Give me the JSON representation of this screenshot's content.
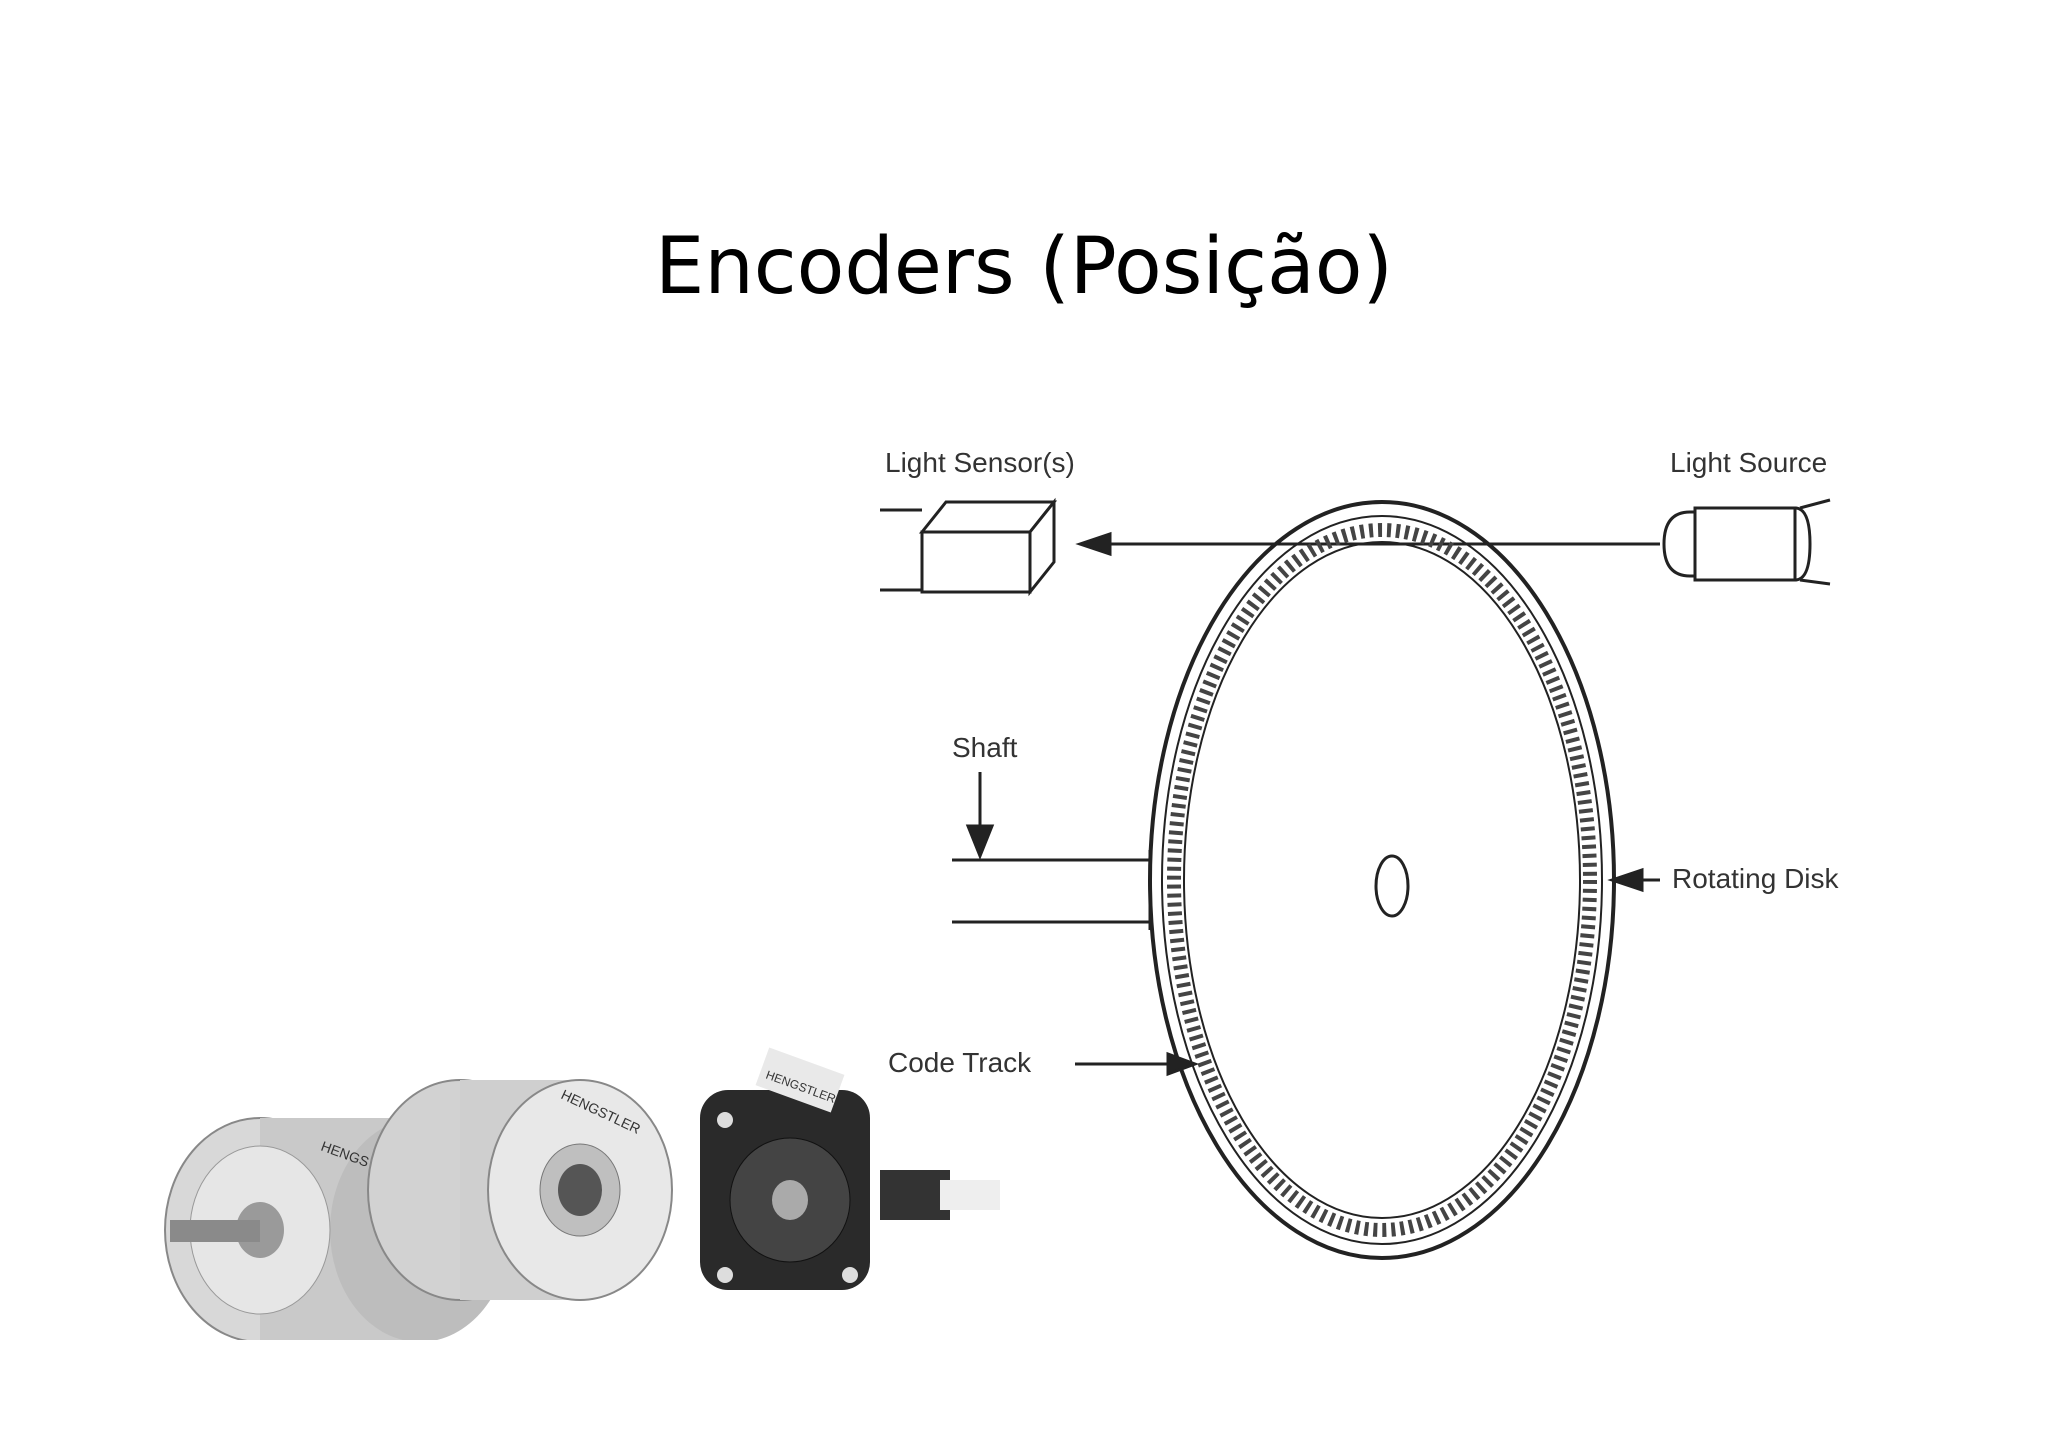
{
  "slide": {
    "title": "Encoders (Posição)"
  },
  "diagram": {
    "labels": {
      "light_sensor": "Light Sensor(s)",
      "light_source": "Light Source",
      "shaft": "Shaft",
      "rotating_disk": "Rotating Disk",
      "code_track": "Code Track"
    }
  },
  "photo": {
    "brand_text": [
      "HENGSTLER",
      "HENGSTLER",
      "HENGS"
    ]
  }
}
